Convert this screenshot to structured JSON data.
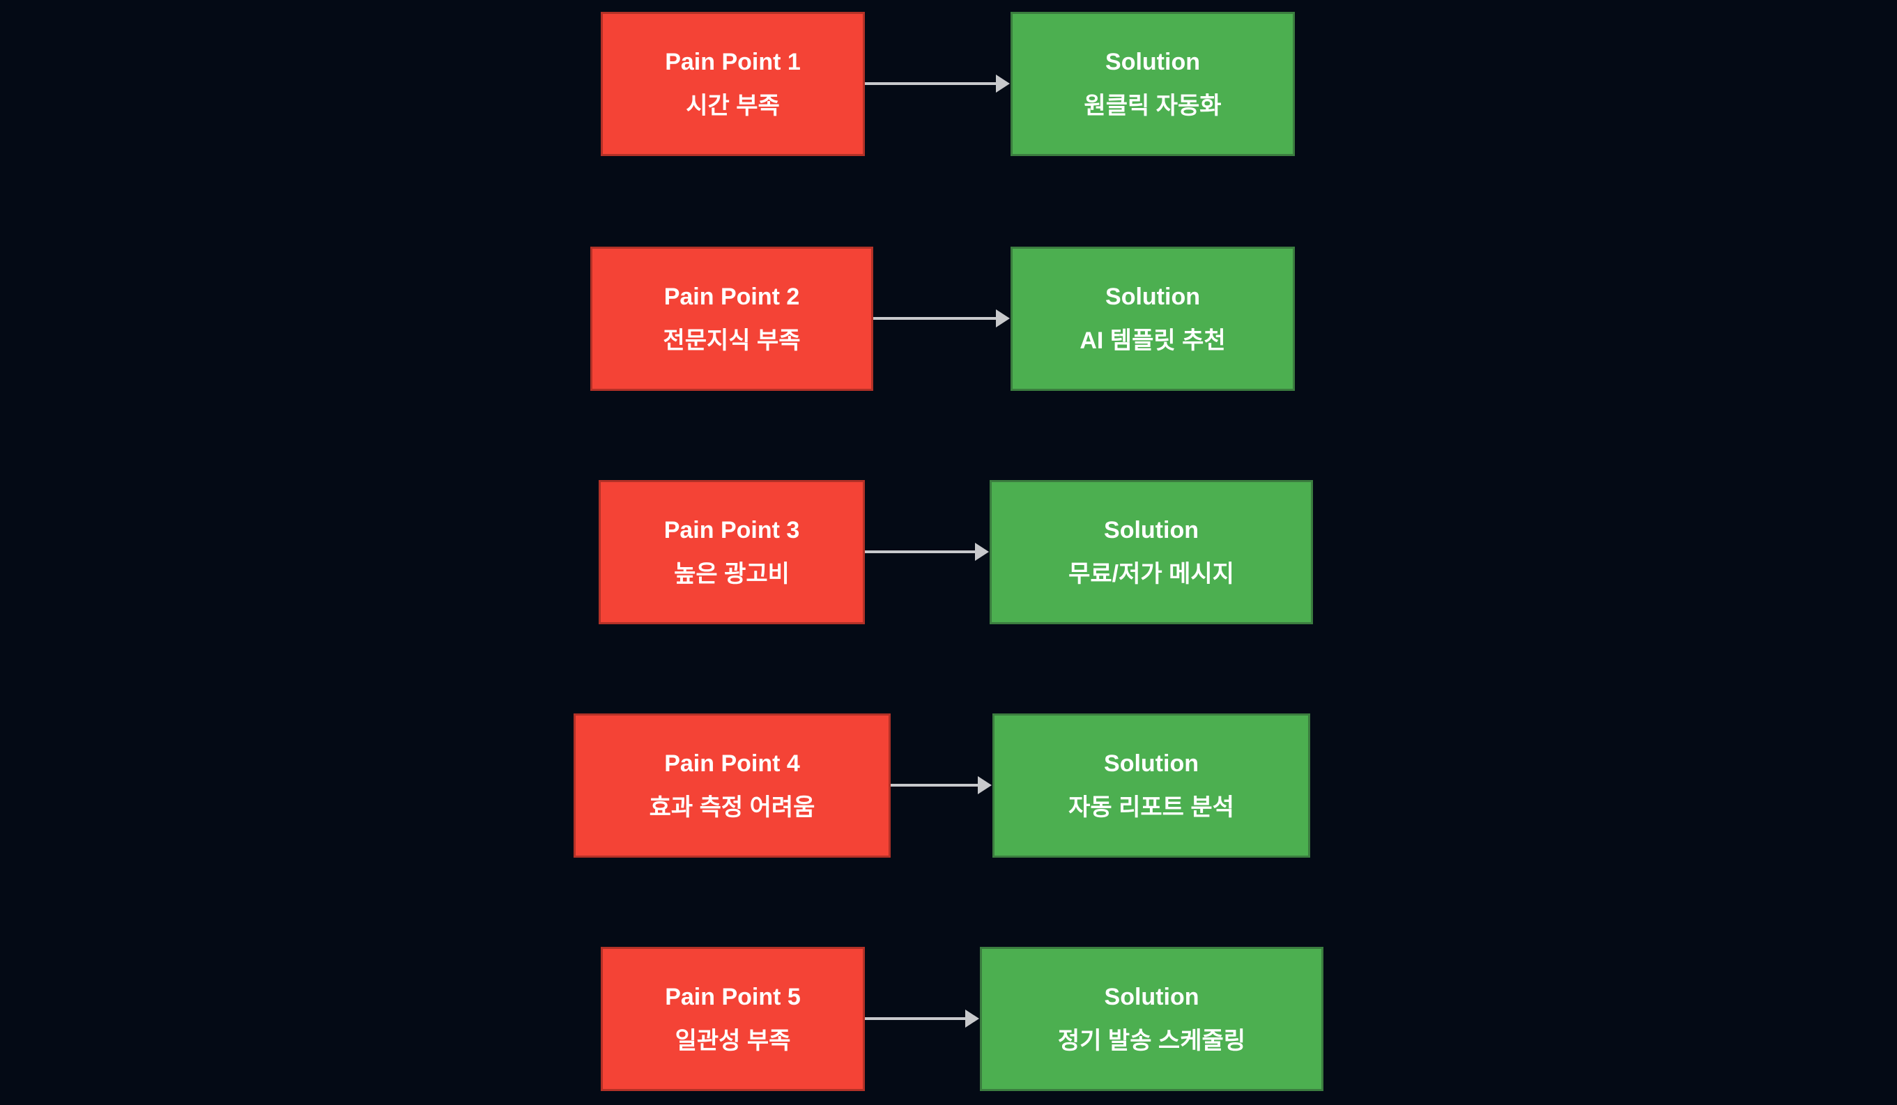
{
  "diagram": {
    "rows": [
      {
        "pain": {
          "title": "Pain Point 1",
          "subtitle": "시간 부족"
        },
        "solution": {
          "title": "Solution",
          "subtitle": "원클릭 자동화"
        }
      },
      {
        "pain": {
          "title": "Pain Point 2",
          "subtitle": "전문지식 부족"
        },
        "solution": {
          "title": "Solution",
          "subtitle": "AI 템플릿 추천"
        }
      },
      {
        "pain": {
          "title": "Pain Point 3",
          "subtitle": "높은 광고비"
        },
        "solution": {
          "title": "Solution",
          "subtitle": "무료/저가 메시지"
        }
      },
      {
        "pain": {
          "title": "Pain Point 4",
          "subtitle": "효과 측정 어려움"
        },
        "solution": {
          "title": "Solution",
          "subtitle": "자동 리포트 분석"
        }
      },
      {
        "pain": {
          "title": "Pain Point 5",
          "subtitle": "일관성 부족"
        },
        "solution": {
          "title": "Solution",
          "subtitle": "정기 발송 스케줄링"
        }
      }
    ],
    "colors": {
      "background": "#040A15",
      "pain_fill": "#F44336",
      "pain_border": "#B33127",
      "solution_fill": "#4CAF50",
      "solution_border": "#3B7D3F",
      "arrow": "#C8C9CC",
      "text": "#FFFFFF"
    }
  }
}
